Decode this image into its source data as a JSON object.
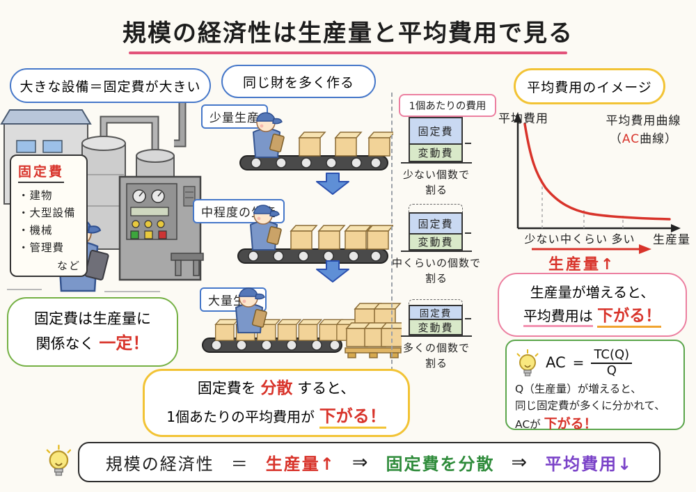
{
  "title": "規模の経済性は生産量と平均費用で見る",
  "colors": {
    "accent_red": "#d8332a",
    "accent_green": "#2e8b3a",
    "accent_purple": "#7a42c8",
    "title_underline_pink": "#e2527a",
    "bubble_blue": "#4577c9",
    "bubble_green": "#74b043",
    "bubble_yellow": "#f2c335",
    "bubble_pink": "#ec7fa0",
    "fixed_cost_fill": "#c9d9f2",
    "variable_cost_fill": "#d9e9c9",
    "curve_red": "#d8332a"
  },
  "left": {
    "equipment_bubble": "大きな設備＝固定費が大きい",
    "fixed_cost_box": {
      "title": "固定費",
      "items": [
        "・建物",
        "・大型設備",
        "・機械",
        "・管理費"
      ],
      "etc": "など"
    },
    "constant_bubble": {
      "line1": "固定費は生産量に",
      "line2_black": "関係なく",
      "line2_red": "一定！"
    }
  },
  "middle": {
    "bubble": "同じ財を多く作る",
    "stage1": "少量生産",
    "stage2": "中程度の生産",
    "stage3": "大量生産"
  },
  "unit_cost": {
    "header": "1個あたりの費用",
    "fixed": "固定費",
    "variable": "変動費",
    "caption1a": "少ない個数で",
    "caption1b": "割る",
    "caption2a": "中くらいの個数で",
    "caption2b": "割る",
    "caption3a": "多くの個数で",
    "caption3b": "割る"
  },
  "chart": {
    "bubble": "平均費用のイメージ",
    "y_label": "平均費用",
    "x_label": "生産量",
    "legend1": "平均費用曲線",
    "legend2_open": "（",
    "legend2_ac": "AC",
    "legend2_close": "曲線）",
    "tick1": "少ない",
    "tick2": "中くらい",
    "tick3": "多い",
    "arrow_label": "生産量↑"
  },
  "chart_data": {
    "type": "line",
    "title": "平均費用のイメージ",
    "xlabel": "生産量",
    "ylabel": "平均費用",
    "x_ticks": [
      "少ない",
      "中くらい",
      "多い"
    ],
    "series": [
      {
        "name": "平均費用曲線（AC曲線）",
        "x_relative": [
          0.05,
          0.22,
          0.48,
          0.72,
          1.0
        ],
        "y_relative": [
          1.0,
          0.45,
          0.22,
          0.15,
          0.13
        ]
      }
    ],
    "shape": "decreasing-convex (average cost falls as output rises, then flattens)",
    "grid": "dashed vertical guides at the three ticks",
    "legend_position": "top-right",
    "color": "#d8332a"
  },
  "result_bubble": {
    "line1": "生産量が増えると、",
    "line2_black": "平均費用は",
    "line2_red": "下がる！"
  },
  "formula_box": {
    "ac": "AC",
    "equals": "=",
    "numerator": "TC(Q)",
    "denominator": "Q",
    "line1": "Q（生産量）が増えると、",
    "line2": "同じ固定費が多くに分かれて、",
    "line3_black": "ACが",
    "line3_red": "下がる！"
  },
  "conclusion_bubble": {
    "seg1": "固定費を",
    "seg2_red": "分散",
    "seg3": "すると、",
    "line2_black": "1個あたりの平均費用が",
    "line2_red": "下がる！"
  },
  "bottom_bar": {
    "term": "規模の経済性",
    "equals": "＝",
    "step1": "生産量↑",
    "arrow1": "⇒",
    "step2": "固定費を分散",
    "arrow2": "⇒",
    "step3": "平均費用↓"
  },
  "icons": {
    "lightbulb": "lightbulb-icon",
    "down_arrow": "down-arrow-icon",
    "right_arrow_red": "red-right-arrow-icon"
  }
}
